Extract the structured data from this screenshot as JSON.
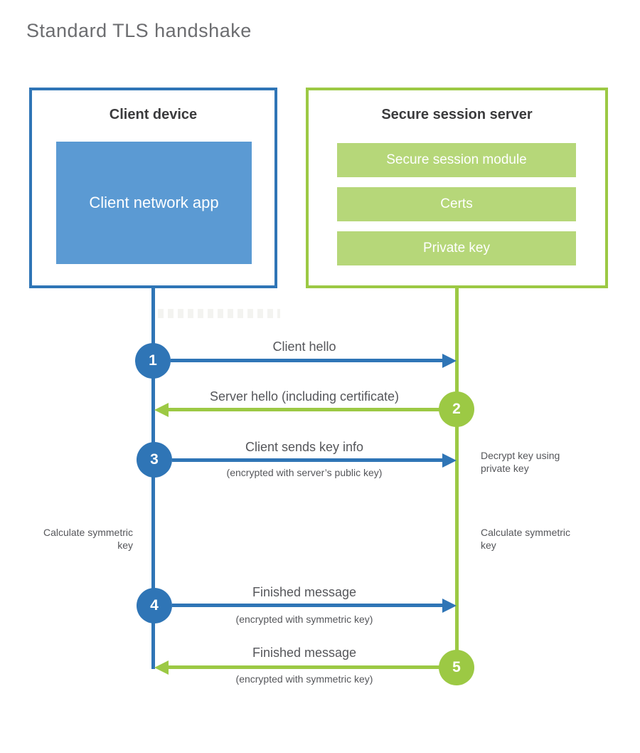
{
  "title": "Standard TLS handshake",
  "colors": {
    "blue": "#2f75b6",
    "blue_fill": "#5b9ad3",
    "green": "#9cc944",
    "green_fill": "#b6d779",
    "heading_text": "#3b3b3d",
    "label_text": "#55565a",
    "title_text": "#6c6d70"
  },
  "client": {
    "title": "Client device",
    "app_label": "Client network app"
  },
  "server": {
    "title": "Secure session server",
    "modules": [
      {
        "label": "Secure session module"
      },
      {
        "label": "Certs"
      },
      {
        "label": "Private key"
      }
    ]
  },
  "steps": [
    {
      "number": "1",
      "label": "Client hello",
      "sublabel": "",
      "direction": "right",
      "color": "blue"
    },
    {
      "number": "2",
      "label": "Server hello (including certificate)",
      "sublabel": "",
      "direction": "left",
      "color": "green"
    },
    {
      "number": "3",
      "label": "Client sends key info",
      "sublabel": "(encrypted with server’s public key)",
      "direction": "right",
      "color": "blue"
    },
    {
      "number": "4",
      "label": "Finished message",
      "sublabel": "(encrypted with symmetric key)",
      "direction": "right",
      "color": "blue"
    },
    {
      "number": "5",
      "label": "Finished message",
      "sublabel": "(encrypted with symmetric key)",
      "direction": "left",
      "color": "green"
    }
  ],
  "side_notes": {
    "decrypt_key": "Decrypt key using private key",
    "calculate_left": "Calculate symmetric key",
    "calculate_right": "Calculate symmetric key"
  }
}
